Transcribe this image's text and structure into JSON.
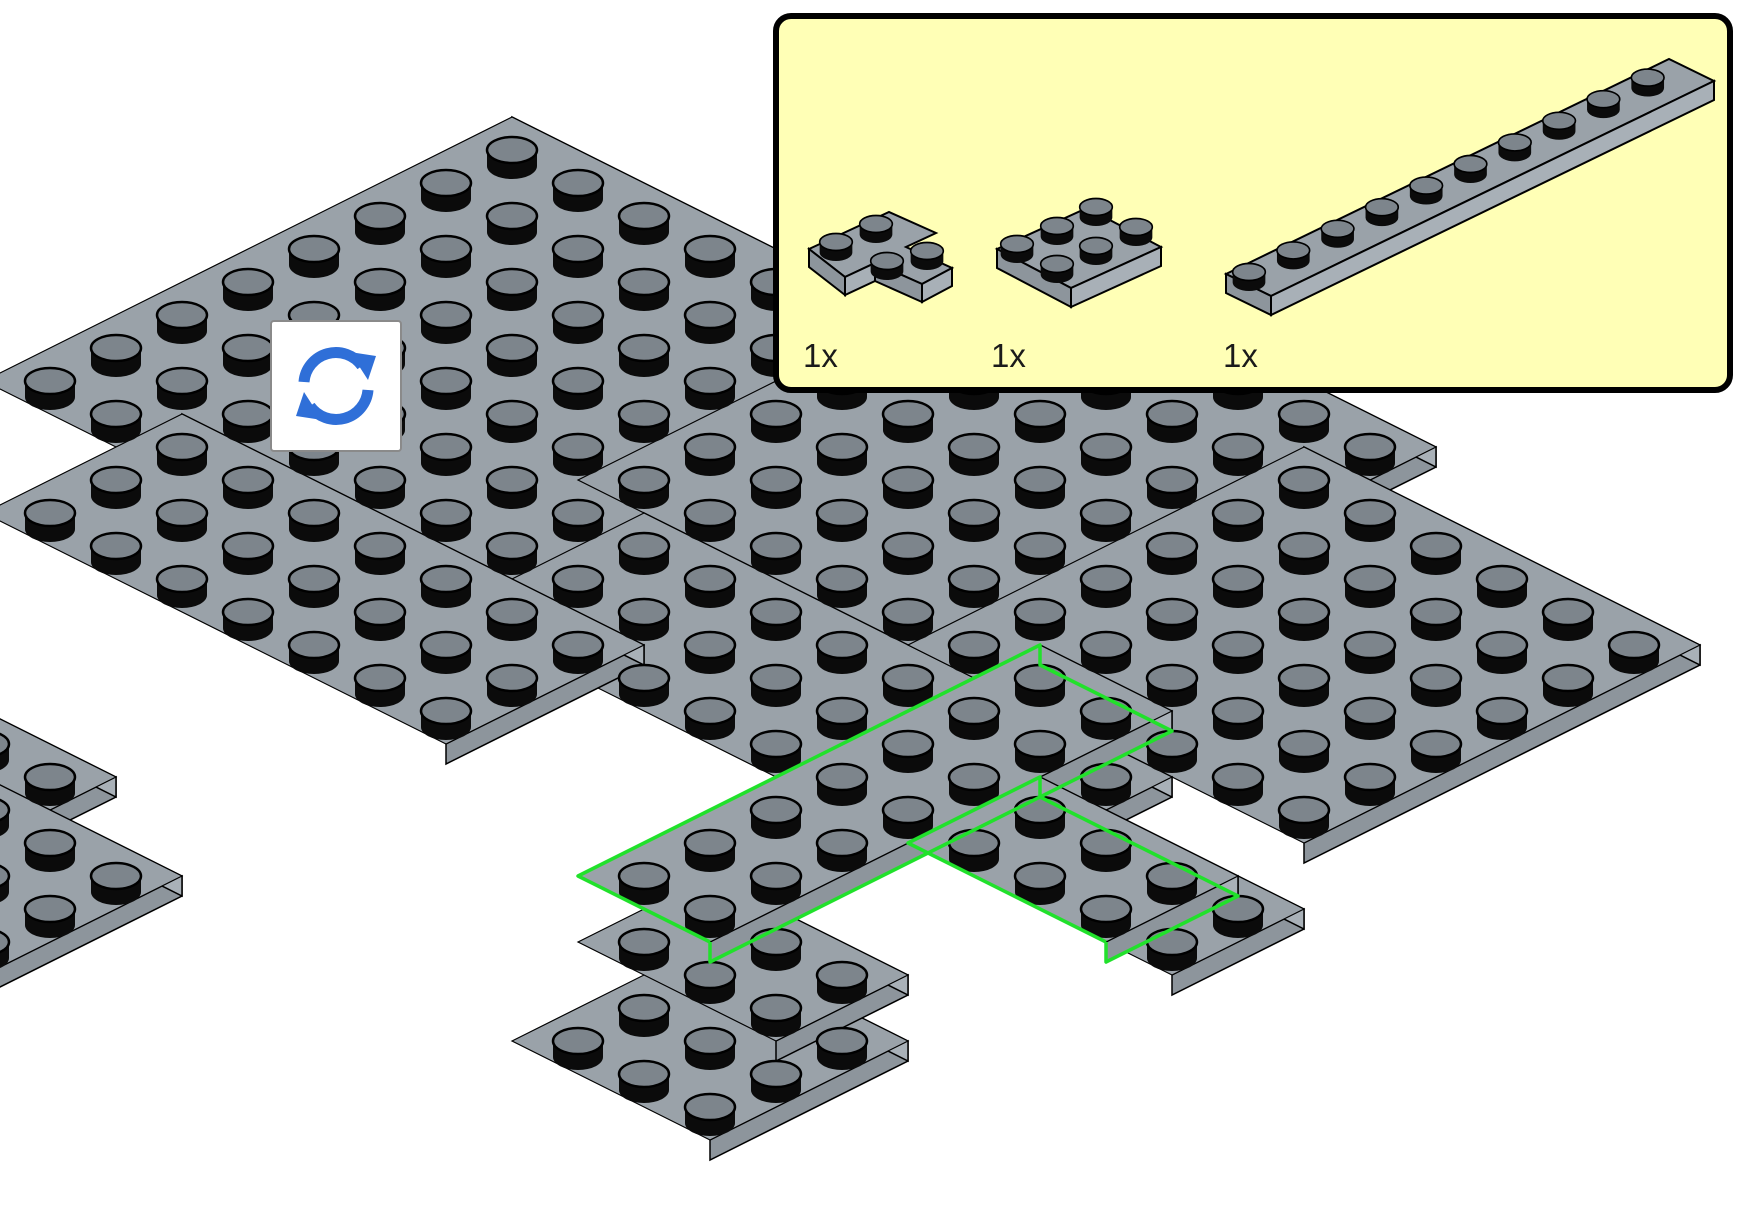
{
  "step": {
    "parts_list": [
      {
        "part": "corner-plate-2x2",
        "quantity": "1x",
        "color": "#9aa2a9"
      },
      {
        "part": "plate-2x3",
        "quantity": "1x",
        "color": "#9aa2a9"
      },
      {
        "part": "plate-1x10",
        "quantity": "1x",
        "color": "#9aa2a9"
      }
    ],
    "panel_background": "#ffffb6",
    "highlight_color": "#21e12b",
    "brick_color": "#9aa2a9",
    "rotate_icon_color": "#2f6fd8"
  }
}
